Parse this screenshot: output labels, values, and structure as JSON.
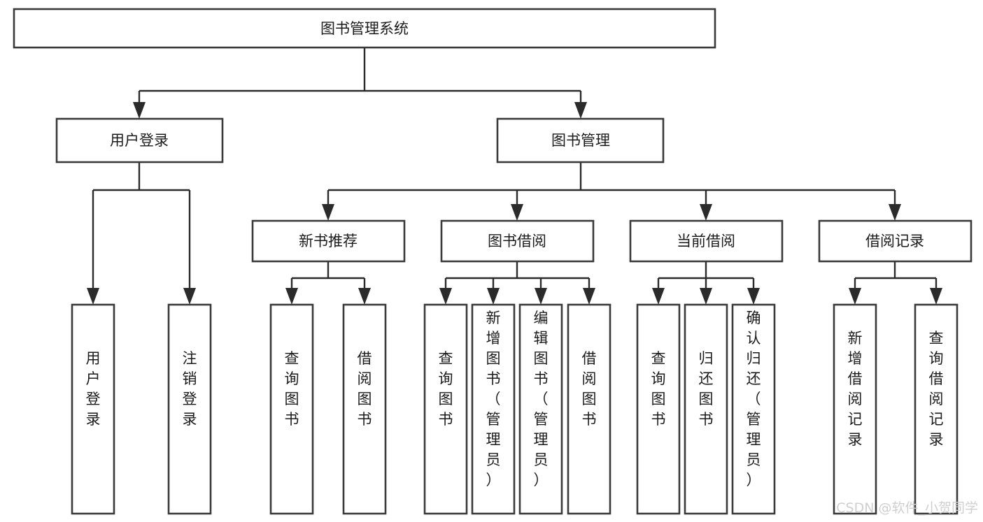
{
  "diagram": {
    "title": "图书管理系统",
    "type": "tree",
    "watermark": "CSDN @软件_小贺同学",
    "root": {
      "id": "root",
      "label": "图书管理系统"
    },
    "level2": [
      {
        "id": "user-login",
        "label": "用户登录"
      },
      {
        "id": "book-management",
        "label": "图书管理"
      }
    ],
    "level3": [
      {
        "id": "new-book-recommend",
        "label": "新书推荐"
      },
      {
        "id": "book-borrow",
        "label": "图书借阅"
      },
      {
        "id": "current-borrow",
        "label": "当前借阅"
      },
      {
        "id": "borrow-record",
        "label": "借阅记录"
      }
    ],
    "leaves": {
      "user_login": [
        {
          "id": "leaf-user-login",
          "label": "用户登录",
          "chars": [
            "用",
            "户",
            "登",
            "录"
          ]
        },
        {
          "id": "leaf-logout-login",
          "label": "注销登录",
          "chars": [
            "注",
            "销",
            "登",
            "录"
          ]
        }
      ],
      "new_book_recommend": [
        {
          "id": "leaf-query-book-1",
          "label": "查询图书",
          "chars": [
            "查",
            "询",
            "图",
            "书"
          ]
        },
        {
          "id": "leaf-borrow-book-1",
          "label": "借阅图书",
          "chars": [
            "借",
            "阅",
            "图",
            "书"
          ]
        }
      ],
      "book_borrow": [
        {
          "id": "leaf-query-book-2",
          "label": "查询图书",
          "chars": [
            "查",
            "询",
            "图",
            "书"
          ]
        },
        {
          "id": "leaf-add-book-admin",
          "label": "新增图书（管理员）",
          "chars": [
            "新",
            "增",
            "图",
            "书",
            "（",
            "管",
            "理",
            "员",
            "）"
          ]
        },
        {
          "id": "leaf-edit-book-admin",
          "label": "编辑图书（管理员）",
          "chars": [
            "编",
            "辑",
            "图",
            "书",
            "（",
            "管",
            "理",
            "员",
            "）"
          ]
        },
        {
          "id": "leaf-borrow-book-2",
          "label": "借阅图书",
          "chars": [
            "借",
            "阅",
            "图",
            "书"
          ]
        }
      ],
      "current_borrow": [
        {
          "id": "leaf-query-book-3",
          "label": "查询图书",
          "chars": [
            "查",
            "询",
            "图",
            "书"
          ]
        },
        {
          "id": "leaf-return-book",
          "label": "归还图书",
          "chars": [
            "归",
            "还",
            "图",
            "书"
          ]
        },
        {
          "id": "leaf-confirm-return-admin",
          "label": "确认归还（管理员）",
          "chars": [
            "确",
            "认",
            "归",
            "还",
            "（",
            "管",
            "理",
            "员",
            "）"
          ]
        }
      ],
      "borrow_record": [
        {
          "id": "leaf-add-borrow-record",
          "label": "新增借阅记录",
          "chars": [
            "新",
            "增",
            "借",
            "阅",
            "记",
            "录"
          ]
        },
        {
          "id": "leaf-query-borrow-record",
          "label": "查询借阅记录",
          "chars": [
            "查",
            "询",
            "借",
            "阅",
            "记",
            "录"
          ]
        }
      ]
    },
    "colors": {
      "box_stroke": "#3a3a3a",
      "connector": "#2b2b2b",
      "text": "#1b1b1b",
      "background": "#ffffff",
      "watermark": "#cfcfcf"
    }
  }
}
